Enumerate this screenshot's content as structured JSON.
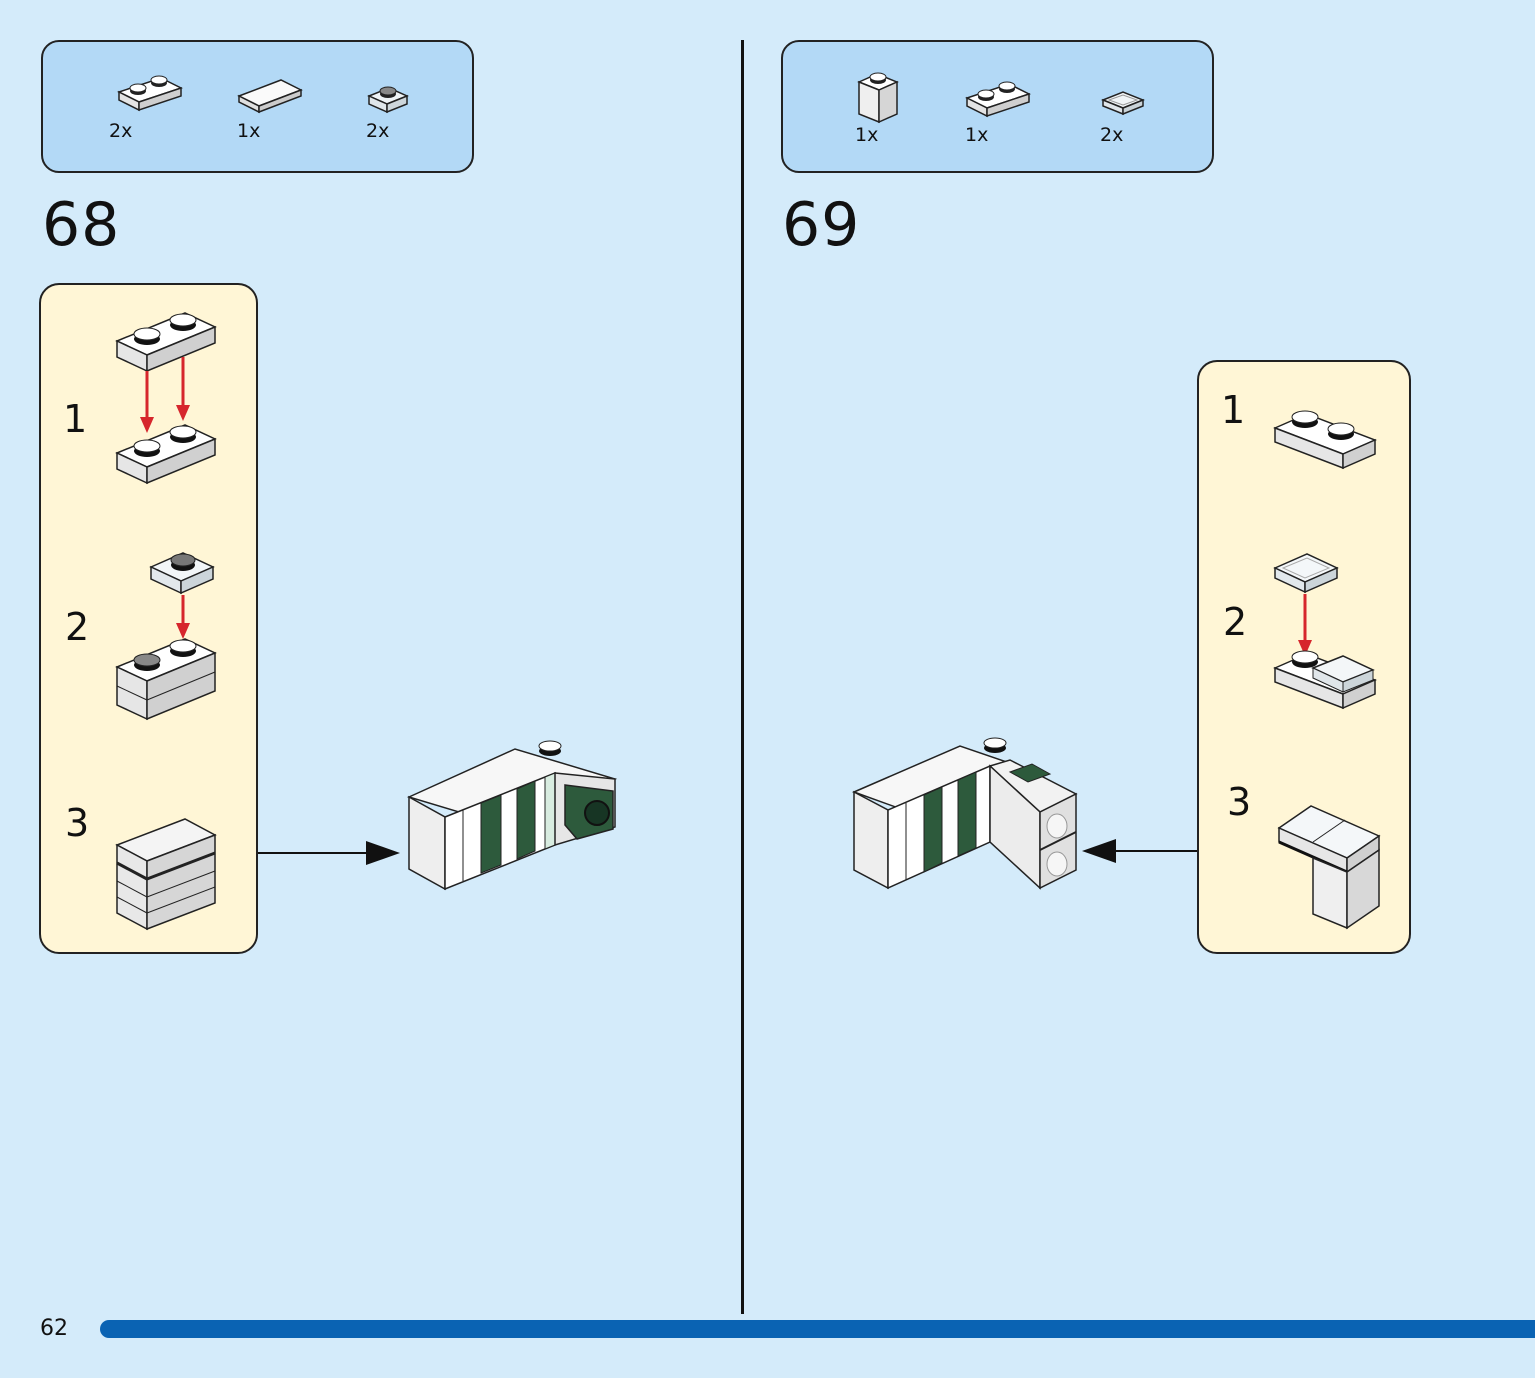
{
  "colors": {
    "background": "#d4ebfa",
    "parts_box": "#b3d9f6",
    "substep_box": "#fff6d6",
    "arrow_red": "#d6262c",
    "dark_green": "#2d5a3c",
    "progress_bar": "#0a63b3"
  },
  "steps": [
    {
      "number": "68",
      "parts": [
        {
          "icon": "plate-1x2-white-icon",
          "qty": "2x"
        },
        {
          "icon": "tile-1x2-white-icon",
          "qty": "1x"
        },
        {
          "icon": "plate-1x1-clear-icon",
          "qty": "2x"
        }
      ],
      "substeps": [
        "1",
        "2",
        "3"
      ]
    },
    {
      "number": "69",
      "parts": [
        {
          "icon": "brick-1x1-white-icon",
          "qty": "1x"
        },
        {
          "icon": "plate-1x2-white-icon",
          "qty": "1x"
        },
        {
          "icon": "tile-1x1-clear-icon",
          "qty": "2x"
        }
      ],
      "substeps": [
        "1",
        "2",
        "3"
      ]
    }
  ],
  "footer": {
    "page_number": "62",
    "progress": 1.0
  }
}
